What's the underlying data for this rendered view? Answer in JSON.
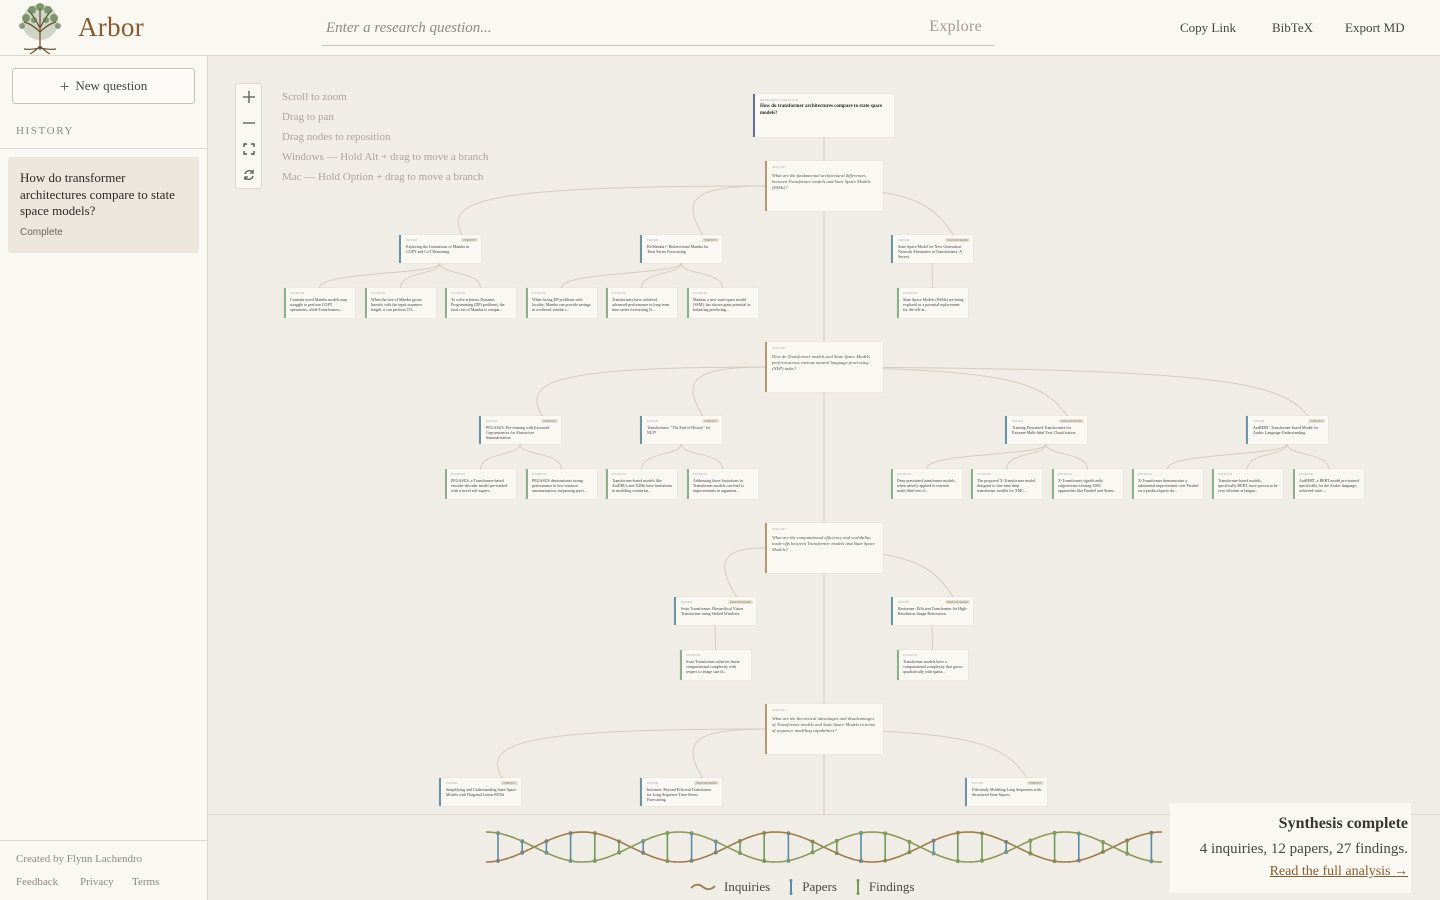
{
  "app": {
    "name": "Arbor",
    "logo_icon": "tree-icon",
    "accent": "#8b5a2b"
  },
  "search": {
    "placeholder": "Enter a research question...",
    "value": "",
    "explore_label": "Explore"
  },
  "header_actions": [
    {
      "label": "Copy Link"
    },
    {
      "label": "BibTeX"
    },
    {
      "label": "Export MD"
    }
  ],
  "sidebar": {
    "new_question_label": "New question",
    "history_label": "HISTORY",
    "history": [
      {
        "question": "How do transformer architectures compare to state space models?",
        "status": "Complete"
      }
    ],
    "created_by": "Created by Flynn Lachendro",
    "footer_links": [
      "Feedback",
      "Privacy",
      "Terms"
    ]
  },
  "canvas": {
    "hints": [
      "Scroll to zoom",
      "Drag to pan",
      "Drag nodes to reposition",
      "Windows — Hold Alt + drag to move a branch",
      "Mac — Hold Option + drag to move a branch"
    ],
    "zoom_controls": [
      "zoom-in-icon",
      "zoom-out-icon",
      "fit-view-icon",
      "reset-layout-icon"
    ],
    "root": {
      "kind": "RESEARCH QUESTION",
      "text": "How do transformer architectures compare to state space models?"
    },
    "inquiries": [
      {
        "kind": "INQUIRY",
        "text": "What are the fundamental architectural differences between Transformer models and State Space Models (SSMs)?"
      },
      {
        "kind": "INQUIRY",
        "text": "How do Transformer models and State Space Models perform across various natural language processing (NLP) tasks?"
      },
      {
        "kind": "INQUIRY",
        "text": "What are the computational efficiency and scalability trade-offs between Transformer models and State Space Models?"
      },
      {
        "kind": "INQUIRY",
        "text": "What are the theoretical advantages and disadvantages of Transformer models and State Space Models in terms of sequence modeling capabilities?"
      }
    ],
    "papers": [
      {
        "kind": "PAPER",
        "badge": "PREPRINT",
        "text": "Exploring the Limitations of Mamba in COPY and CoT Reasoning"
      },
      {
        "kind": "PAPER",
        "badge": "PREPRINT",
        "text": "Bi-Mamba+: Bidirectional Mamba for Time Series Forecasting"
      },
      {
        "kind": "PAPER",
        "badge": "PEER-REVIEWED",
        "text": "State Space Model for New-Generation Network Alternative to Transformers: A Survey"
      },
      {
        "kind": "PAPER",
        "badge": "PREPRINT",
        "text": "PEGASUS: Pre-training with Extracted Gap-sentences for Abstractive Summarization"
      },
      {
        "kind": "PAPER",
        "badge": "PREPRINT",
        "text": "Transformers: \"The End of History\" for NLP?"
      },
      {
        "kind": "PAPER",
        "badge": "PEER-REVIEWED",
        "text": "Training Pretrained Transformers for Extreme Multi-label Text Classification"
      },
      {
        "kind": "PAPER",
        "badge": "PREPRINT",
        "text": "AraBERT: Transformer-based Model for Arabic Language Understanding"
      },
      {
        "kind": "PAPER",
        "badge": "PEER-REVIEWED",
        "text": "Swin Transformer: Hierarchical Vision Transformer using Shifted Windows"
      },
      {
        "kind": "PAPER",
        "badge": "PEER-REVIEWED",
        "text": "Restormer: Efficient Transformer for High-Resolution Image Restoration"
      },
      {
        "kind": "PAPER",
        "badge": "PREPRINT",
        "text": "Simplifying and Understanding State Space Models with Diagonal Linear RNNs"
      },
      {
        "kind": "PAPER",
        "badge": "PEER-REVIEWED",
        "text": "Informer: Beyond Efficient Transformer for Long Sequence Time-Series Forecasting"
      },
      {
        "kind": "PAPER",
        "badge": "PREPRINT",
        "text": "Efficiently Modeling Long Sequences with Structured State Spaces"
      }
    ],
    "findings": [
      {
        "kind": "FINDING",
        "text": "Constant-sized Mamba models may struggle to perform COPY operations, while Transformers..."
      },
      {
        "kind": "FINDING",
        "text": "When the size of Mamba grows linearly with the input sequence length, it can perform CO..."
      },
      {
        "kind": "FINDING",
        "text": "To solve arbitrary Dynamic Programming (DP) problems, the total cost of Mamba is compar..."
      },
      {
        "kind": "FINDING",
        "text": "When facing DP problems with locality, Mamba can provide savings in overhead, similar t..."
      },
      {
        "kind": "FINDING",
        "text": "Transformers have achieved advanced performance in long-term time series forecasting (L..."
      },
      {
        "kind": "FINDING",
        "text": "Mamba, a new state-space model (SSM), has shown great potential in balancing predicting..."
      },
      {
        "kind": "FINDING",
        "text": "State Space Models (SSMs) are being explored as a potential replacement for the self-at..."
      },
      {
        "kind": "FINDING",
        "text": "PEGASUS, a Transformer-based encoder-decoder model pre-trained with a novel self-superv..."
      },
      {
        "kind": "FINDING",
        "text": "PEGASUS demonstrates strong performance in low-resource summarization, surpassing previ..."
      },
      {
        "kind": "FINDING",
        "text": "Transformer-based models like XotEBUs and X2Hit have limitations in modeling certain kn..."
      },
      {
        "kind": "FINDING",
        "text": "Addressing these limitations in Transformer models can lead to improvements in argument..."
      },
      {
        "kind": "FINDING",
        "text": "Deep pretrained transformer models, when naively applied to extreme multi-label text cl..."
      },
      {
        "kind": "FINDING",
        "text": "The proposed X-Transformer model, designed to fine-tune deep transformer models for XMC..."
      },
      {
        "kind": "FINDING",
        "text": "X-Transformer significantly outperforms existing XMC approaches like Parabel and Attent..."
      },
      {
        "kind": "FINDING",
        "text": "X-Transformer demonstrates a substantial improvement over Parabel on a product2query da..."
      },
      {
        "kind": "FINDING",
        "text": "Transformer-based models, specifically BERT, have proven to be very efficient at langua..."
      },
      {
        "kind": "FINDING",
        "text": "AraBERT, a BERT model pre-trained specifically for the Arabic language, achieved state-..."
      },
      {
        "kind": "FINDING",
        "text": "Swin Transformer achieves linear computational complexity with respect to image size th..."
      },
      {
        "kind": "FINDING",
        "text": "Transformer models have a computational complexity that grows quadratically with spatia..."
      }
    ]
  },
  "synthesis": {
    "title": "Synthesis complete",
    "stats": "4 inquiries, 12 papers, 27 findings.",
    "link": "Read the full analysis →",
    "legend": [
      {
        "label": "Inquiries",
        "color": "#a07a4a"
      },
      {
        "label": "Papers",
        "color": "#5b8aa8"
      },
      {
        "label": "Findings",
        "color": "#6f9a5a"
      }
    ]
  }
}
